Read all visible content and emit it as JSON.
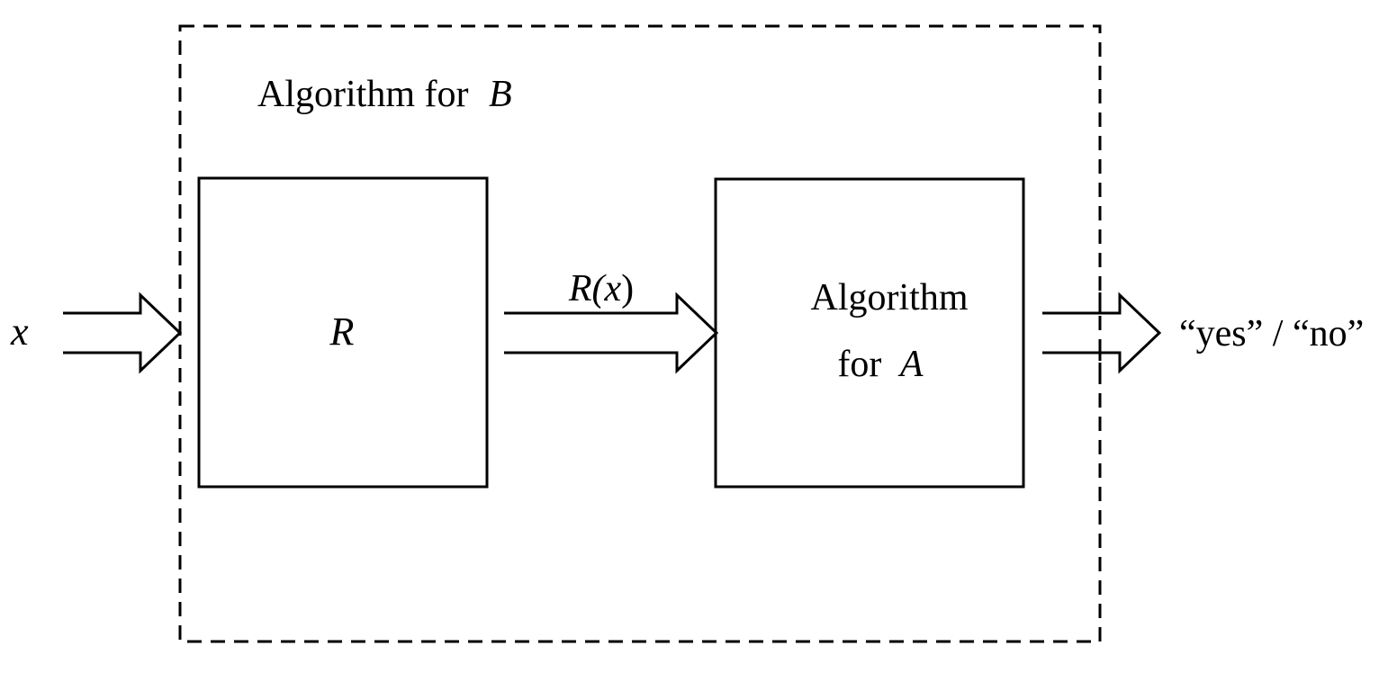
{
  "outer": {
    "label_prefix": "Algorithm for",
    "label_var": "B"
  },
  "input": {
    "label": "x"
  },
  "reduction": {
    "label": "R",
    "output_label_fn": "R(",
    "output_label_var": "x",
    "output_label_close": ")"
  },
  "inner": {
    "line1": "Algorithm",
    "line2_prefix": "for",
    "line2_var": "A"
  },
  "output": {
    "label": "“yes” / “no”"
  }
}
